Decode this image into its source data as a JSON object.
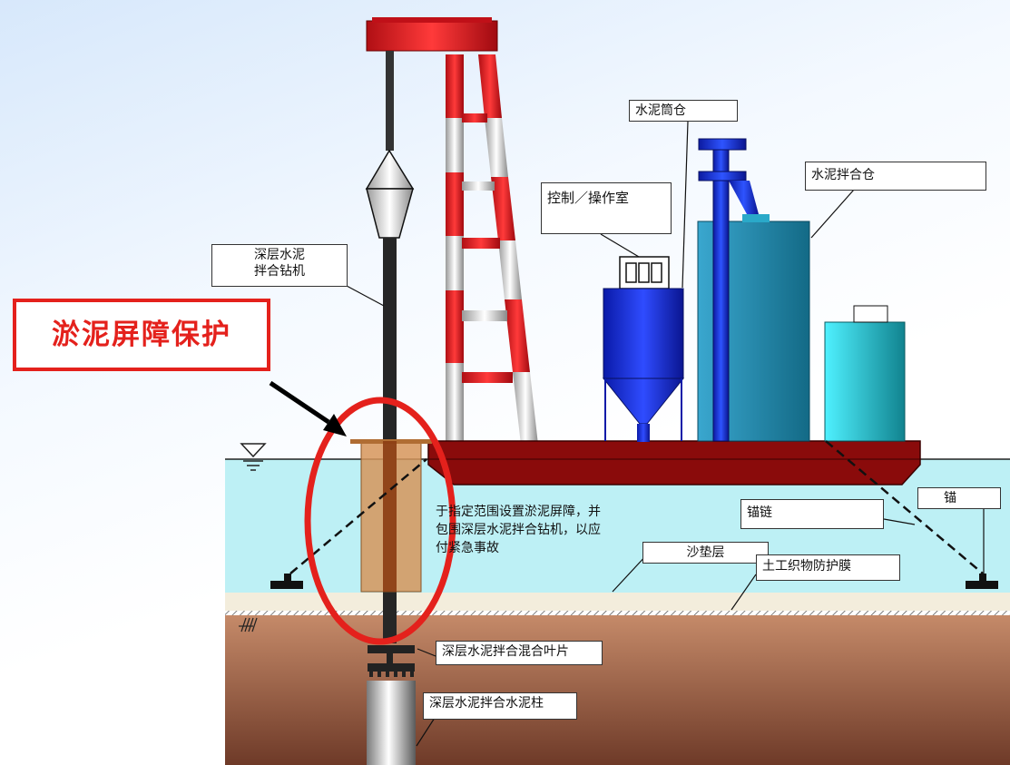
{
  "title": "淤泥屏障保护",
  "labels": {
    "drill_rig": [
      "深层水泥",
      "拌合钻机"
    ],
    "cement_silo": "水泥筒仓",
    "control_room": "控制／操作室",
    "mixing_tank": "水泥拌合仓",
    "anchor": "锚",
    "anchor_chain": "锚链",
    "sand_layer": "沙垫层",
    "geotextile": "土工织物防护膜",
    "mixing_blade": "深层水泥拌合混合叶片",
    "cement_column": "深层水泥拌合水泥柱",
    "silt_curtain_note": [
      "于指定范围设置淤泥屏障，并",
      "包围深层水泥拌合钻机，以应",
      "付紧急事故"
    ]
  },
  "colors": {
    "highlight_red": "#e4211c",
    "tower_red": "#d0141b",
    "barge": "#8a0b0b",
    "water": "#bdf0f5",
    "soil": "#b77a5b",
    "silo_blue": "#1020c8",
    "tank_teal": "#1f7f9a",
    "silt_curtain": "#d6955a"
  },
  "icons": [
    "water-level-icon",
    "anchor-icon",
    "hatch-icon"
  ]
}
